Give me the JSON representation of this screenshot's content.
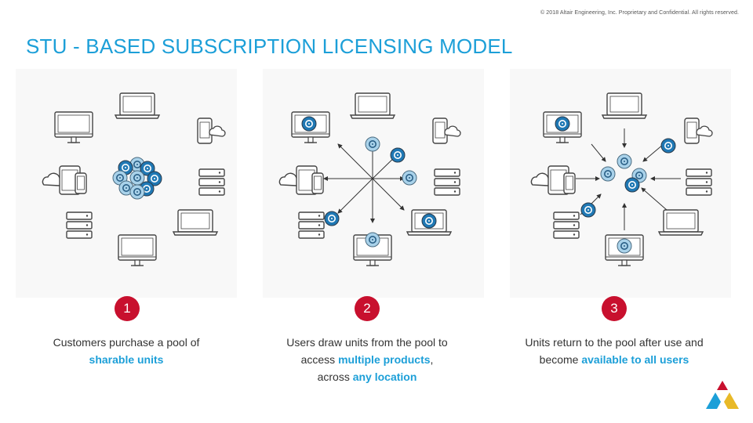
{
  "header": {
    "copyright": "© 2018 Altair Engineering, Inc. Proprietary and Confidential. All rights reserved.",
    "title": "STU - BASED SUBSCRIPTION LICENSING MODEL"
  },
  "colors": {
    "accent": "#1c9fd8",
    "badge": "#c8102e",
    "unit_dark": "#1f78b4",
    "unit_light": "#a9d2ea"
  },
  "steps": [
    {
      "number": "1",
      "line1": "Customers purchase a pool of",
      "highlight": "sharable units"
    },
    {
      "number": "2",
      "line1": "Users draw units from the pool to",
      "line2_prefix": "access ",
      "highlight1": "multiple products",
      "line2_suffix": ",",
      "line3_prefix": "across ",
      "highlight2": "any location"
    },
    {
      "number": "3",
      "line1": "Units return to the pool after use and",
      "line2_prefix": "become ",
      "highlight": "available to all users"
    }
  ],
  "icons": [
    "laptop-icon",
    "monitor-icon",
    "phone-cloud-icon",
    "server-icon",
    "tablet-cloud-icon",
    "license-unit-icon",
    "logo-icon"
  ]
}
